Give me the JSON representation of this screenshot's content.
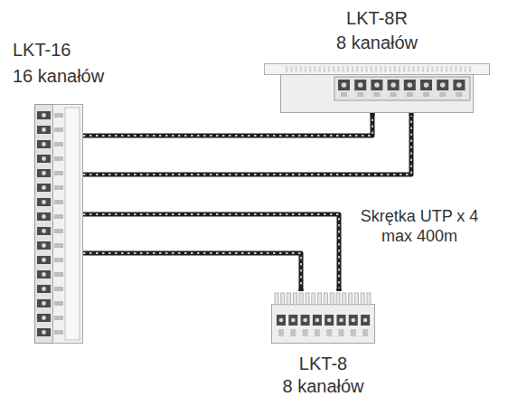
{
  "diagram": {
    "nodes": [
      {
        "text": [
          "LKT-16",
          "16 kanałów"
        ]
      },
      {
        "text": [
          "LKT-8R",
          "8 kanałów"
        ]
      },
      {
        "text": [
          "LKT-8",
          "8 kanałów"
        ]
      }
    ],
    "edges": [
      {
        "from": 0,
        "to": 1,
        "arrow": "none"
      },
      {
        "from": 0,
        "to": 1,
        "arrow": "none"
      },
      {
        "from": 0,
        "to": 2,
        "arrow": "none"
      },
      {
        "from": 0,
        "to": 2,
        "arrow": "none"
      }
    ],
    "labels": [
      "Skrętka UTP x 4 max 400m"
    ]
  }
}
